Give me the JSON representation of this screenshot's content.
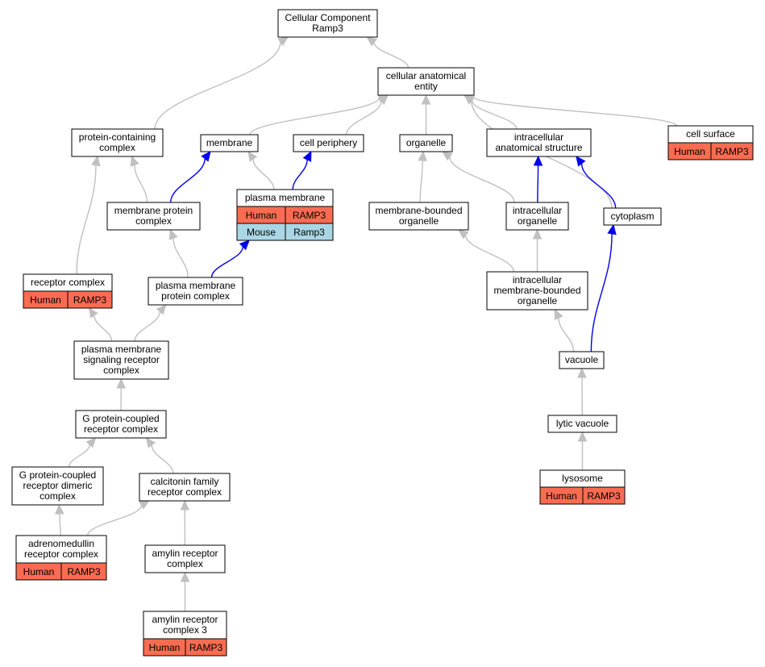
{
  "colors": {
    "edge_default": "#c0c0c0",
    "edge_highlight": "#0000ee",
    "human_cell": "#fa6c52",
    "mouse_cell": "#a9d6e5"
  },
  "nodes": [
    {
      "id": "root",
      "lines": [
        "Cellular Component",
        "Ramp3"
      ]
    },
    {
      "id": "cae",
      "lines": [
        "cellular anatomical",
        "entity"
      ]
    },
    {
      "id": "pcc",
      "lines": [
        "protein-containing",
        "complex"
      ]
    },
    {
      "id": "membrane",
      "lines": [
        "membrane"
      ]
    },
    {
      "id": "cellper",
      "lines": [
        "cell periphery"
      ]
    },
    {
      "id": "organelle",
      "lines": [
        "organelle"
      ]
    },
    {
      "id": "ias",
      "lines": [
        "intracellular",
        "anatomical structure"
      ]
    },
    {
      "id": "cellsurface",
      "lines": [
        "cell surface"
      ],
      "rows": [
        [
          "Human",
          "RAMP3"
        ]
      ]
    },
    {
      "id": "pm",
      "lines": [
        "plasma membrane"
      ],
      "rows": [
        [
          "Human",
          "RAMP3"
        ],
        [
          "Mouse",
          "Ramp3"
        ]
      ]
    },
    {
      "id": "mpc",
      "lines": [
        "membrane protein",
        "complex"
      ]
    },
    {
      "id": "mbo",
      "lines": [
        "membrane-bounded",
        "organelle"
      ]
    },
    {
      "id": "io",
      "lines": [
        "intracellular",
        "organelle"
      ]
    },
    {
      "id": "cyto",
      "lines": [
        "cytoplasm"
      ]
    },
    {
      "id": "rc",
      "lines": [
        "receptor complex"
      ],
      "rows": [
        [
          "Human",
          "RAMP3"
        ]
      ]
    },
    {
      "id": "pmpc",
      "lines": [
        "plasma membrane",
        "protein complex"
      ]
    },
    {
      "id": "imbo",
      "lines": [
        "intracellular",
        "membrane-bounded",
        "organelle"
      ]
    },
    {
      "id": "pmsrc",
      "lines": [
        "plasma membrane",
        "signaling receptor",
        "complex"
      ]
    },
    {
      "id": "vacuole",
      "lines": [
        "vacuole"
      ]
    },
    {
      "id": "gpcrc",
      "lines": [
        "G protein-coupled",
        "receptor complex"
      ]
    },
    {
      "id": "lytic",
      "lines": [
        "lytic vacuole"
      ]
    },
    {
      "id": "gpcrd",
      "lines": [
        "G protein-coupled",
        "receptor dimeric",
        "complex"
      ]
    },
    {
      "id": "cfrc",
      "lines": [
        "calcitonin family",
        "receptor complex"
      ]
    },
    {
      "id": "lyso",
      "lines": [
        "lysosome"
      ],
      "rows": [
        [
          "Human",
          "RAMP3"
        ]
      ]
    },
    {
      "id": "amrc",
      "lines": [
        "adrenomedullin",
        "receptor complex"
      ],
      "rows": [
        [
          "Human",
          "RAMP3"
        ]
      ]
    },
    {
      "id": "amyrc",
      "lines": [
        "amylin receptor",
        "complex"
      ]
    },
    {
      "id": "amyrc3",
      "lines": [
        "amylin receptor",
        "complex 3"
      ],
      "rows": [
        [
          "Human",
          "RAMP3"
        ]
      ]
    }
  ],
  "edges": [
    {
      "from": "cae",
      "to": "root",
      "highlight": false
    },
    {
      "from": "pcc",
      "to": "root",
      "highlight": false
    },
    {
      "from": "membrane",
      "to": "cae",
      "highlight": false
    },
    {
      "from": "cellper",
      "to": "cae",
      "highlight": false
    },
    {
      "from": "organelle",
      "to": "cae",
      "highlight": false
    },
    {
      "from": "ias",
      "to": "cae",
      "highlight": false
    },
    {
      "from": "cellsurface",
      "to": "cae",
      "highlight": false
    },
    {
      "from": "cyto",
      "to": "cae",
      "highlight": false
    },
    {
      "from": "mpc",
      "to": "pcc",
      "highlight": false
    },
    {
      "from": "rc",
      "to": "pcc",
      "highlight": false
    },
    {
      "from": "mpc",
      "to": "membrane",
      "highlight": true
    },
    {
      "from": "pm",
      "to": "membrane",
      "highlight": false
    },
    {
      "from": "pm",
      "to": "cellper",
      "highlight": true
    },
    {
      "from": "mbo",
      "to": "organelle",
      "highlight": false
    },
    {
      "from": "io",
      "to": "organelle",
      "highlight": false
    },
    {
      "from": "io",
      "to": "ias",
      "highlight": true
    },
    {
      "from": "cyto",
      "to": "ias",
      "highlight": true
    },
    {
      "from": "pmpc",
      "to": "mpc",
      "highlight": false
    },
    {
      "from": "pmpc",
      "to": "pm",
      "highlight": true
    },
    {
      "from": "imbo",
      "to": "mbo",
      "highlight": false
    },
    {
      "from": "imbo",
      "to": "io",
      "highlight": false
    },
    {
      "from": "vacuole",
      "to": "imbo",
      "highlight": false
    },
    {
      "from": "vacuole",
      "to": "cyto",
      "highlight": true
    },
    {
      "from": "pmsrc",
      "to": "rc",
      "highlight": false
    },
    {
      "from": "pmsrc",
      "to": "pmpc",
      "highlight": false
    },
    {
      "from": "gpcrc",
      "to": "pmsrc",
      "highlight": false
    },
    {
      "from": "gpcrd",
      "to": "gpcrc",
      "highlight": false
    },
    {
      "from": "cfrc",
      "to": "gpcrc",
      "highlight": false
    },
    {
      "from": "amrc",
      "to": "gpcrd",
      "highlight": false
    },
    {
      "from": "amrc",
      "to": "cfrc",
      "highlight": false
    },
    {
      "from": "amyrc",
      "to": "cfrc",
      "highlight": false
    },
    {
      "from": "amyrc3",
      "to": "amyrc",
      "highlight": false
    },
    {
      "from": "lytic",
      "to": "vacuole",
      "highlight": false
    },
    {
      "from": "lyso",
      "to": "lytic",
      "highlight": false
    }
  ]
}
